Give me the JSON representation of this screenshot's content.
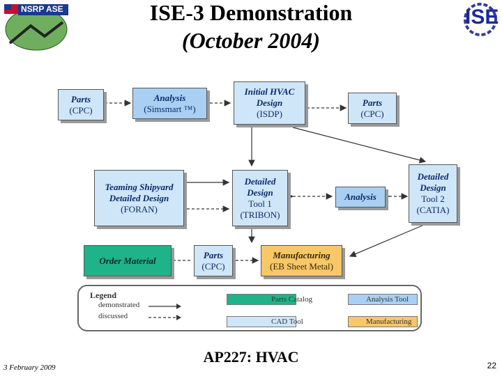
{
  "header": {
    "title_line1": "ISE-3 Demonstration",
    "title_line2": "(October 2004)",
    "left_logo_text": "NSRP ASE",
    "right_logo_text": "ISE"
  },
  "diagram": {
    "boxes": {
      "parts_cpc_1": {
        "label": "Parts",
        "sub": "(CPC)"
      },
      "analysis": {
        "label": "Analysis",
        "sub": "(Simsmart ™)"
      },
      "initial_hvac": {
        "label": "Initial HVAC Design",
        "sub": "(ISDP)"
      },
      "parts_cpc_2": {
        "label": "Parts",
        "sub": "(CPC)"
      },
      "teaming": {
        "label": "Teaming Shipyard Detailed Design",
        "sub": "(FORAN)"
      },
      "detailed_tool1": {
        "label": "Detailed Design",
        "sub": "Tool 1",
        "sub2": "(TRIBON)"
      },
      "analysis_2": {
        "label": "Analysis"
      },
      "detailed_tool2": {
        "label": "Detailed Design",
        "sub": "Tool 2",
        "sub2": "(CATIA)"
      },
      "order_material": {
        "label": "Order Material"
      },
      "parts_cpc_3": {
        "label": "Parts",
        "sub": "(CPC)"
      },
      "manufacturing": {
        "label": "Manufacturing",
        "sub": "(EB Sheet Metal)"
      }
    },
    "legend": {
      "title": "Legend",
      "demonstrated": "demonstrated",
      "discussed": "discussed",
      "parts_catalog": "Parts Catalog",
      "analysis_tool": "Analysis Tool",
      "cad_tool": "CAD Tool",
      "manufacturing": "Manufacturing"
    },
    "colors": {
      "parts_catalog": "#1fb389",
      "analysis_tool": "#a9d0f2",
      "cad_tool": "#cfe6f8",
      "manufacturing": "#f7c768"
    }
  },
  "footer": {
    "date": "3 February 2009",
    "subtitle": "AP227: HVAC",
    "page": "22"
  }
}
